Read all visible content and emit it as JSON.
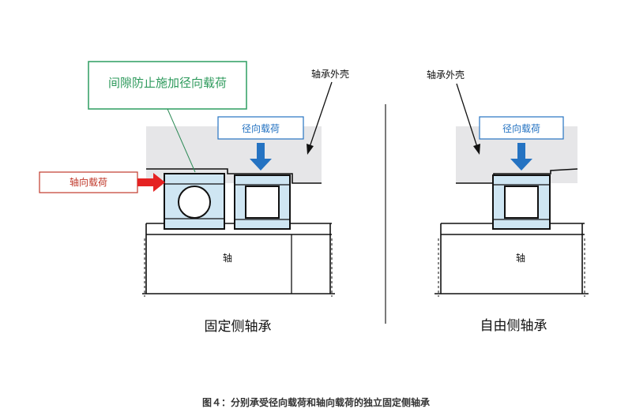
{
  "labels": {
    "clearance_note": "间隙防止施加径向载荷",
    "housing_left": "轴承外壳",
    "housing_right": "轴承外壳",
    "radial_load_left": "径向载荷",
    "radial_load_right": "径向载荷",
    "axial_load": "轴向载荷",
    "shaft_left": "轴",
    "shaft_right": "轴",
    "fixed_side": "固定侧轴承",
    "free_side": "自由侧轴承",
    "caption": "图４：分别承受径向载荷和轴向载荷的独立固定侧轴承"
  },
  "colors": {
    "housing_fill": "#e6e6e8",
    "bearing_fill": "#cfe6f3",
    "line": "#111111",
    "radial_arrow": "#2573c2",
    "axial_arrow": "#e52222",
    "axial_box_border": "#c0392b",
    "note_box_border": "#3aa36a",
    "note_text": "#2e9a5c",
    "leader_line": "#2e8b57"
  },
  "icons": {
    "radial_arrow": "arrow-down-icon",
    "axial_arrow": "arrow-right-icon"
  }
}
